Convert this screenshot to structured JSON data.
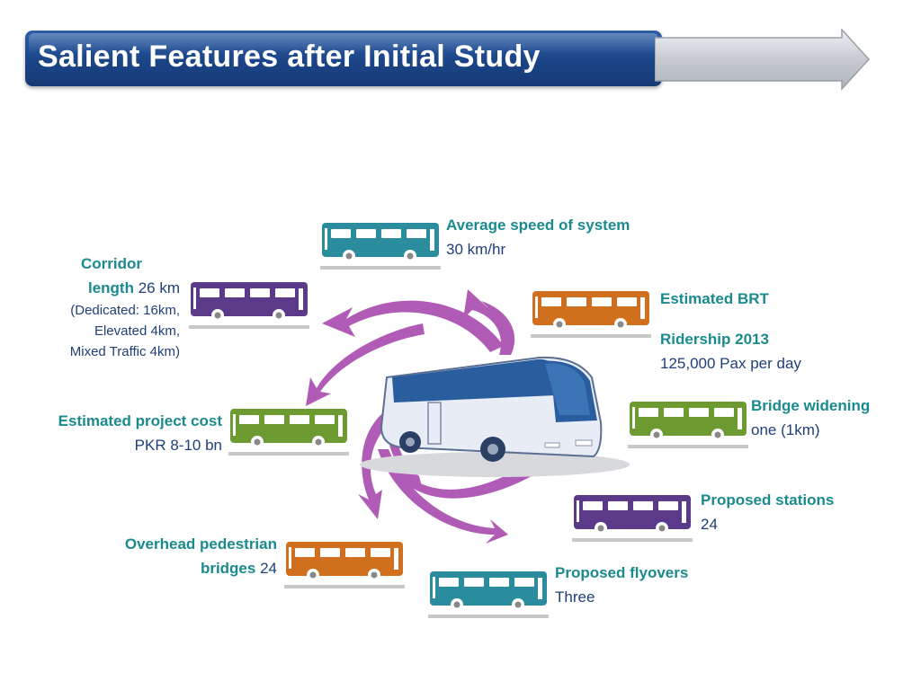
{
  "title": "Salient Features after Initial Study",
  "colors": {
    "title_bar": "#1b4486",
    "label": "#1a8a8f",
    "value": "#1f3f7a",
    "arrows": "#b05bb5",
    "teal_bus": "#2a8c9c",
    "purple_bus": "#5b3a8a",
    "orange_bus": "#d0701e",
    "green_bus": "#6e9a32"
  },
  "features": {
    "corridor": {
      "label_line1": "Corridor",
      "label_line2": "length",
      "value": "26 km",
      "notes": [
        "(Dedicated: 16km,",
        "Elevated 4km,",
        "Mixed Traffic 4km)"
      ]
    },
    "speed": {
      "label": "Average speed of system",
      "value": "30 km/hr"
    },
    "ridership": {
      "label_line1": "Estimated BRT",
      "label_line2": "Ridership 2013",
      "value": "125,000 Pax per day"
    },
    "cost": {
      "label": "Estimated project cost",
      "value": "PKR 8-10 bn"
    },
    "bridge": {
      "label": "Bridge widening",
      "value": "one (1km)"
    },
    "stations": {
      "label": "Proposed stations",
      "value": "24"
    },
    "overhead": {
      "label_line1": "Overhead pedestrian",
      "label_line2": "bridges",
      "value": "24"
    },
    "flyovers": {
      "label": "Proposed flyovers",
      "value": "Three"
    }
  }
}
